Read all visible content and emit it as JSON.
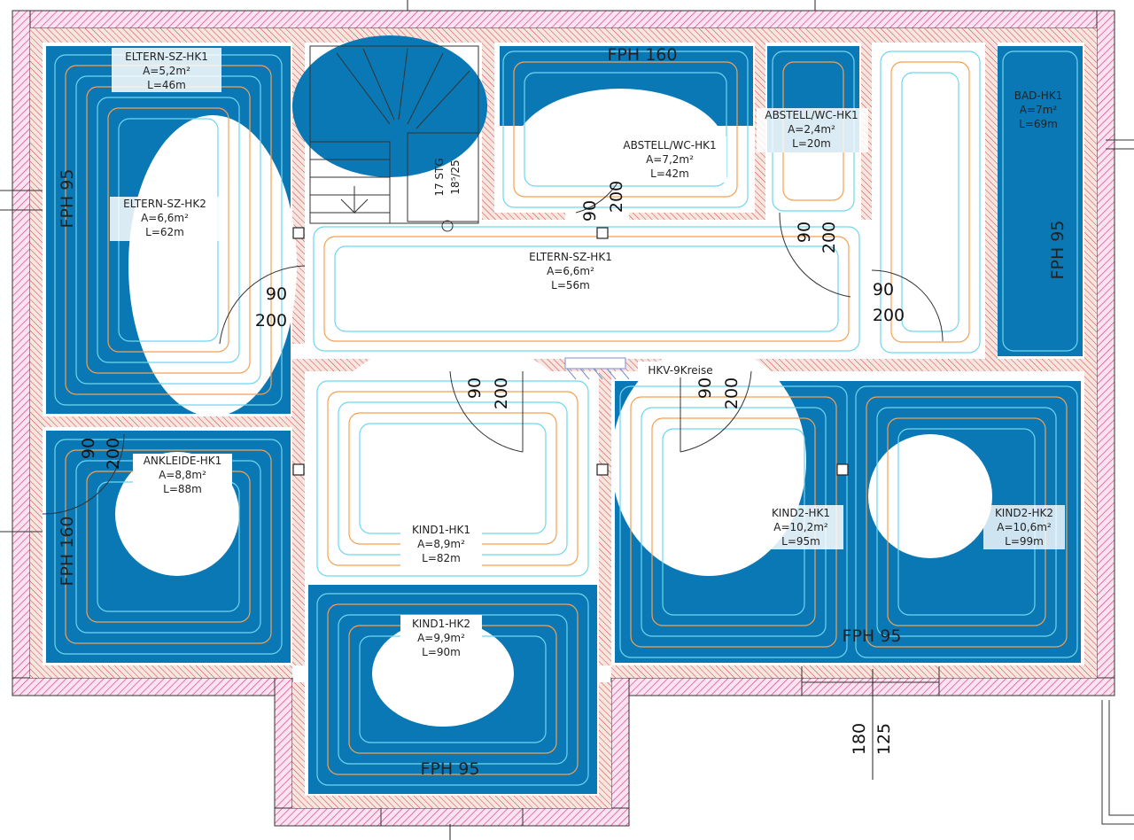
{
  "colors": {
    "wall_hatch": "#e0408f",
    "wall_hatch_inner": "#d24040",
    "coil_fill": "#0a78b4",
    "pipe_cyan": "#6fd6f0",
    "pipe_orange": "#f5a050",
    "line": "#222222"
  },
  "rooms": [
    {
      "name": "ELTERN-SZ-HK1",
      "area": "A=5,2m²",
      "length": "L=46m"
    },
    {
      "name": "ELTERN-SZ-HK2",
      "area": "A=6,6m²",
      "length": "L=62m"
    },
    {
      "name": "ELTERN-SZ-HK1",
      "area": "A=6,6m²",
      "length": "L=56m"
    },
    {
      "name": "ABSTELL/WC-HK1",
      "area": "A=7,2m²",
      "length": "L=42m"
    },
    {
      "name": "ABSTELL/WC-HK1",
      "area": "A=2,4m²",
      "length": "L=20m"
    },
    {
      "name": "BAD-HK1",
      "area": "A=7m²",
      "length": "L=69m"
    },
    {
      "name": "ANKLEIDE-HK1",
      "area": "A=8,8m²",
      "length": "L=88m"
    },
    {
      "name": "KIND1-HK1",
      "area": "A=8,9m²",
      "length": "L=82m"
    },
    {
      "name": "KIND1-HK2",
      "area": "A=9,9m²",
      "length": "L=90m"
    },
    {
      "name": "KIND2-HK1",
      "area": "A=10,2m²",
      "length": "L=95m"
    },
    {
      "name": "KIND2-HK2",
      "area": "A=10,6m²",
      "length": "L=99m"
    }
  ],
  "fph_labels": [
    "FPH 160",
    "FPH 95",
    "FPH 95",
    "FPH 160",
    "FPH 95",
    "FPH 95"
  ],
  "manifold_label": "HKV-9Kreise",
  "stair": {
    "steps": "17 STG",
    "ratio": "18⁵/25"
  },
  "doors": [
    {
      "w": "90",
      "h": "200"
    },
    {
      "w": "90",
      "h": "200"
    },
    {
      "w": "90",
      "h": "200"
    },
    {
      "w": "90",
      "h": "200"
    },
    {
      "w": "90",
      "h": "200"
    },
    {
      "w": "90",
      "h": "200"
    },
    {
      "w": "90",
      "h": "200"
    }
  ],
  "window_dims": {
    "a": "180",
    "b": "125"
  }
}
